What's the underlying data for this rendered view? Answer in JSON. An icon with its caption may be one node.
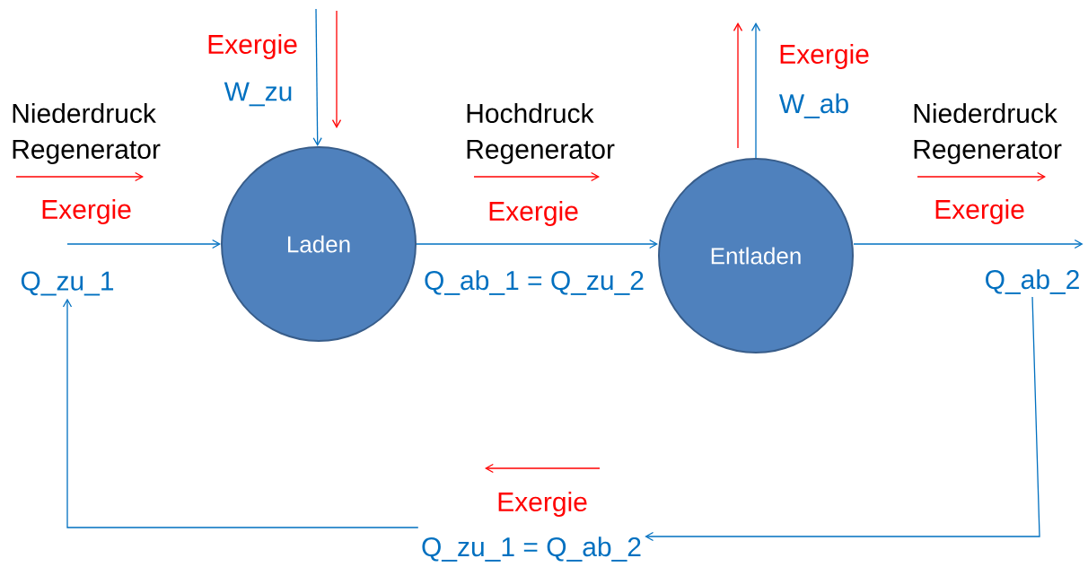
{
  "diagram": {
    "nodes": [
      {
        "text": [
          "Laden"
        ]
      },
      {
        "text": [
          "Entladen"
        ]
      },
      {
        "text": [
          "Q_zu_1"
        ]
      },
      {
        "text": [
          "Q_ab_2"
        ]
      },
      {
        "text": [
          "Q_zu_1 = Q_ab_2"
        ]
      }
    ],
    "edges": [
      {
        "from": null,
        "to": 0,
        "arrow": "to"
      },
      {
        "from": null,
        "to": 0,
        "arrow": "to",
        "label": "W_zu"
      },
      {
        "from": 0,
        "to": 1,
        "arrow": "to",
        "label": "Q_ab_1 = Q_zu_2"
      },
      {
        "from": 1,
        "to": null,
        "arrow": "to",
        "label": "W_ab"
      },
      {
        "from": 1,
        "to": 3,
        "arrow": "to"
      },
      {
        "from": 3,
        "to": 4,
        "arrow": "to"
      },
      {
        "from": 4,
        "to": 2,
        "arrow": "to"
      }
    ],
    "labels": [
      "Exergie",
      "Niederdruck Regenerator",
      "Hochdruck Regenerator",
      "Exergie",
      "Niederdruck Regenerator",
      "Exergie",
      "Exergie",
      "Exergie",
      "Exergie"
    ]
  }
}
